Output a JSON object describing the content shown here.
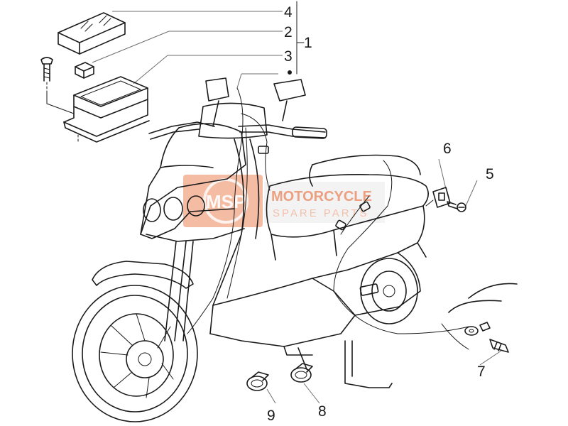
{
  "diagram": {
    "callouts": [
      "1",
      "2",
      "3",
      "4",
      "5",
      "6",
      "7",
      "8",
      "9"
    ]
  },
  "watermark": {
    "logo_text": "MSP",
    "brand_line": "MOTORCYCLE",
    "sub_line": "SPARE PARTS"
  },
  "colors": {
    "line": "#1a1a1a",
    "leader": "#6e6e6e",
    "watermark_orange": "#e86a35"
  }
}
